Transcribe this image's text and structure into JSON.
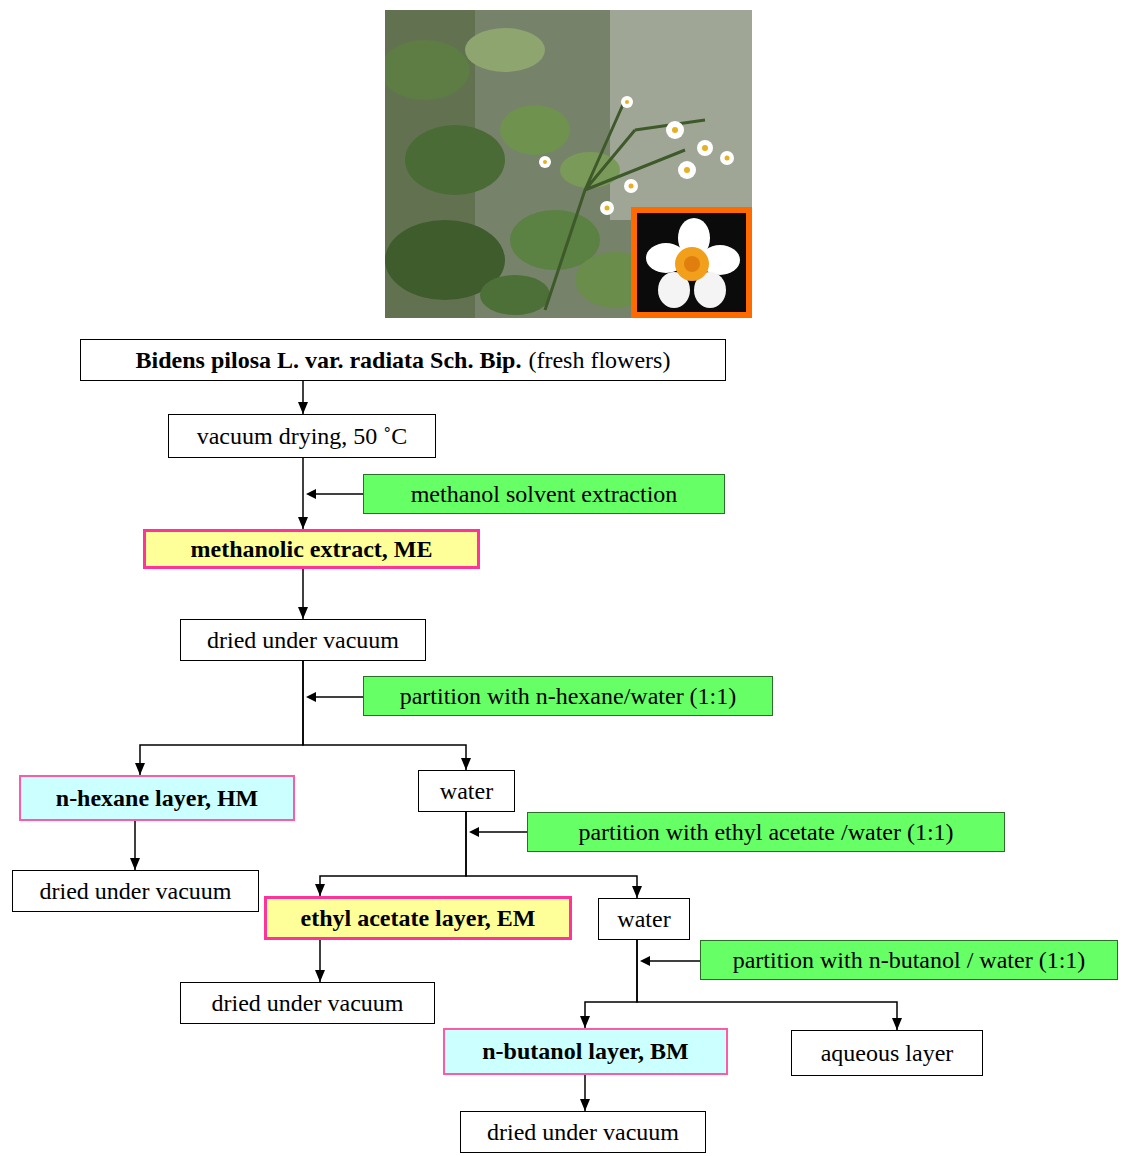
{
  "diagram": {
    "nodes": [
      {
        "text": [
          "Bidens pilosa L. var. radiata Sch. Bip.",
          "(fresh flowers)"
        ]
      },
      {
        "text": [
          "vacuum drying, 50 ˚C"
        ]
      },
      {
        "text": [
          "methanol solvent extraction"
        ]
      },
      {
        "text": [
          "methanolic extract, ME"
        ]
      },
      {
        "text": [
          "dried under vacuum"
        ]
      },
      {
        "text": [
          "partition with n-hexane/water (1:1)"
        ]
      },
      {
        "text": [
          "n-hexane layer, HM"
        ]
      },
      {
        "text": [
          "water"
        ]
      },
      {
        "text": [
          "partition with ethyl acetate /water (1:1)"
        ]
      },
      {
        "text": [
          "dried under vacuum"
        ]
      },
      {
        "text": [
          "ethyl acetate layer, EM"
        ]
      },
      {
        "text": [
          "water"
        ]
      },
      {
        "text": [
          "partition with n-butanol / water (1:1)"
        ]
      },
      {
        "text": [
          "dried under vacuum"
        ]
      },
      {
        "text": [
          "n-butanol layer, BM"
        ]
      },
      {
        "text": [
          "aqueous layer"
        ]
      },
      {
        "text": [
          "dried under vacuum"
        ]
      }
    ],
    "edges": [
      {
        "from": 0,
        "to": 1,
        "arrow": "to"
      },
      {
        "from": 1,
        "to": 3,
        "arrow": "to"
      },
      {
        "from": 3,
        "to": 4,
        "arrow": "to"
      },
      {
        "from": 4,
        "to": 6,
        "arrow": "to"
      },
      {
        "from": 4,
        "to": 7,
        "arrow": "to"
      },
      {
        "from": 6,
        "to": 9,
        "arrow": "to"
      },
      {
        "from": 7,
        "to": 10,
        "arrow": "to"
      },
      {
        "from": 7,
        "to": 11,
        "arrow": "to"
      },
      {
        "from": 10,
        "to": 13,
        "arrow": "to"
      },
      {
        "from": 11,
        "to": 14,
        "arrow": "to"
      },
      {
        "from": 11,
        "to": 15,
        "arrow": "to"
      },
      {
        "from": 14,
        "to": 16,
        "arrow": "to"
      }
    ]
  }
}
